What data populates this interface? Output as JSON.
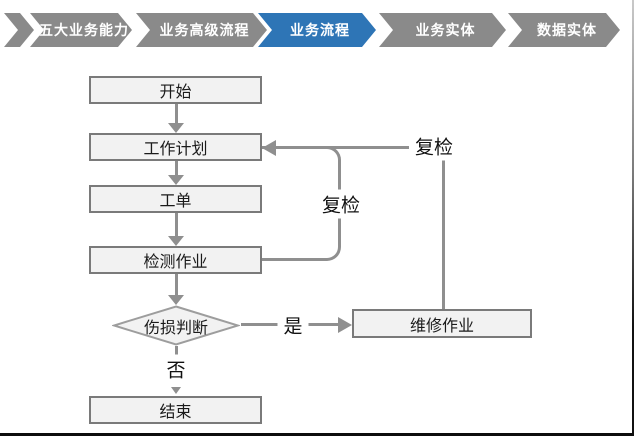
{
  "nav": {
    "active_color": "#2e75b6",
    "inactive_color": "#8a8a8a",
    "items": [
      {
        "label": "五大业务能力",
        "active": false
      },
      {
        "label": "业务高级流程",
        "active": false
      },
      {
        "label": "业务流程",
        "active": true
      },
      {
        "label": "业务实体",
        "active": false
      },
      {
        "label": "数据实体",
        "active": false
      }
    ]
  },
  "flowchart": {
    "colors": {
      "connector": "#8f8f8f",
      "node_fill": "#f2f2f2",
      "node_border": "#7a7a7a"
    },
    "nodes": {
      "start": "开始",
      "work_plan": "工作计划",
      "work_order": "工单",
      "inspection_job": "检测作业",
      "damage_decision": "伤损判断",
      "repair_job": "维修作业",
      "end": "结束"
    },
    "edge_labels": {
      "recheck_inner": "复检",
      "recheck_outer": "复检",
      "yes": "是",
      "no": "否"
    }
  }
}
